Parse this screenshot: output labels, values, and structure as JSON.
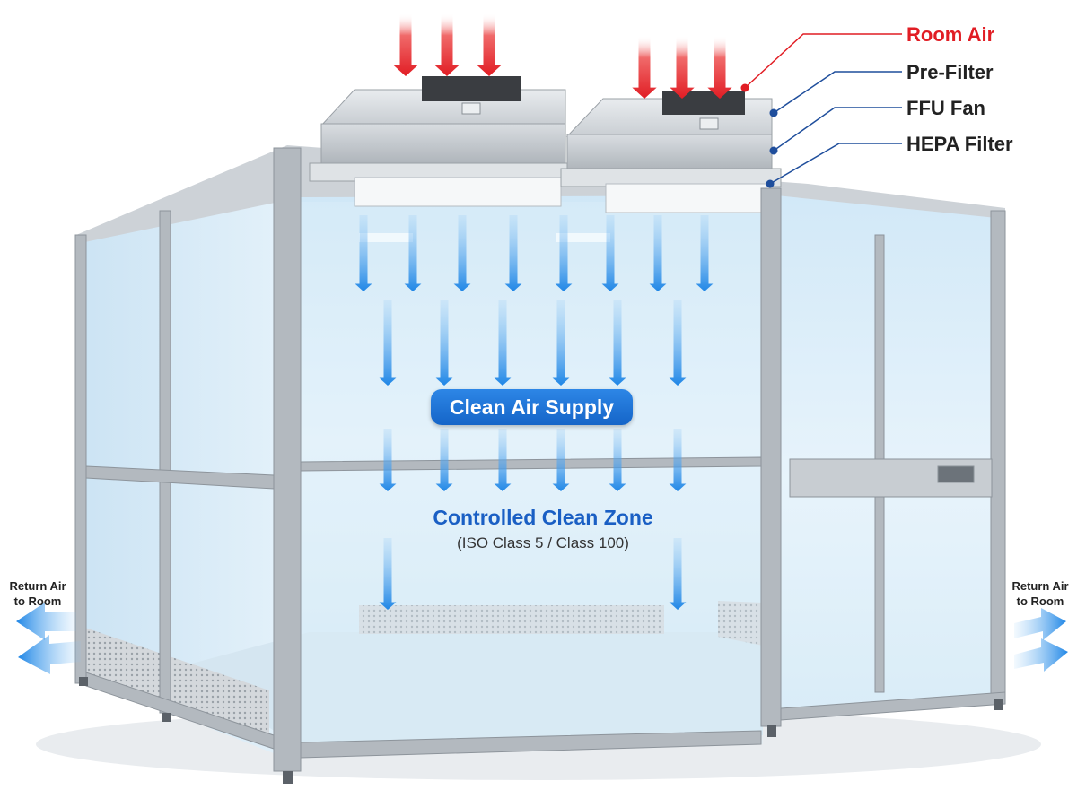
{
  "legend": {
    "room_air": "Room Air",
    "pre_filter": "Pre-Filter",
    "ffu_fan": "FFU Fan",
    "hepa_filter": "HEPA Filter"
  },
  "labels": {
    "clean_air_supply": "Clean Air Supply",
    "clean_zone_title": "Controlled Clean Zone",
    "clean_zone_subtitle": "(ISO Class 5 / Class 100)",
    "return_air_left_1": "Return Air",
    "return_air_left_2": "to Room",
    "return_air_right_1": "Return Air",
    "return_air_right_2": "to Room"
  },
  "colors": {
    "room_air": "#e11d24",
    "filters": "#1f4e9c",
    "label_text": "#222222",
    "zone_text": "#1a5fc4",
    "supply_pill": "#1e6fd8",
    "air_arrow": "#2b8ee8",
    "frame": "#a9afb6"
  },
  "icons": {
    "incoming_air": "red-down-arrow-icon",
    "clean_air": "blue-down-arrow-icon",
    "return_air": "blue-outward-arrow-icon"
  }
}
